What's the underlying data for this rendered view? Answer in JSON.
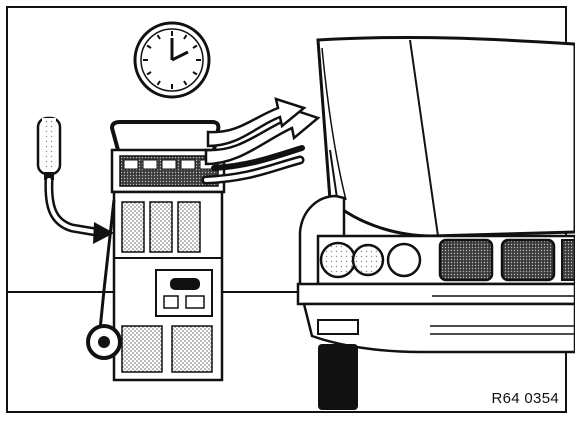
{
  "figure": {
    "reference_code": "R64 0354"
  },
  "icons": {
    "clock": "clock-icon",
    "service_unit": "ac-service-station",
    "refrigerant_bottle": "refrigerant-bottle",
    "car": "car-front-hood-open",
    "flow_arrows": "flow-arrow"
  }
}
